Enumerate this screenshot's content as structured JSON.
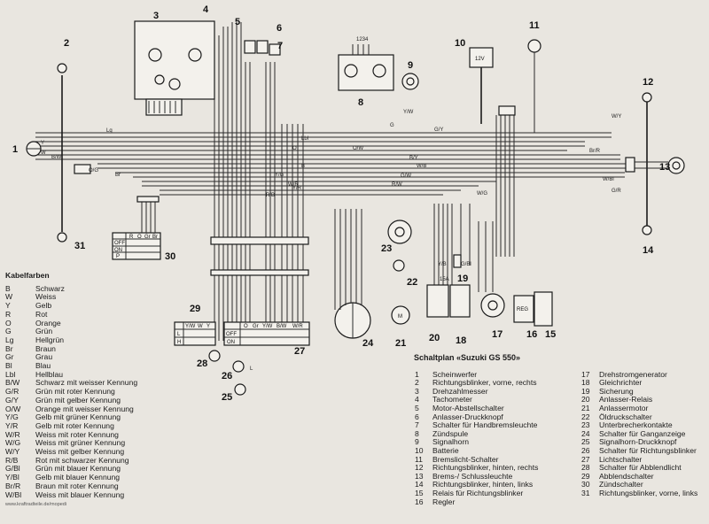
{
  "diagram_numbers": [
    "1",
    "2",
    "3",
    "4",
    "5",
    "6",
    "7",
    "8",
    "9",
    "10",
    "11",
    "12",
    "13",
    "14",
    "15",
    "16",
    "17",
    "18",
    "19",
    "20",
    "21",
    "22",
    "23",
    "24",
    "25",
    "26",
    "27",
    "28",
    "29",
    "30",
    "31"
  ],
  "wire_labels": [
    "Lg",
    "Y",
    "W",
    "B/W",
    "Br",
    "B",
    "O",
    "Lbl",
    "G",
    "Y/W",
    "O/W",
    "W/B",
    "Y/G",
    "G/Y",
    "W/R",
    "R/W",
    "Y/R",
    "G/W",
    "B/Y",
    "W/G",
    "R/B",
    "G/Bl",
    "Y/B",
    "Br/R",
    "W/Bl",
    "W/Y",
    "G/R",
    "O/G",
    "L"
  ],
  "component_text": {
    "battery": "12V",
    "connector_numbers": "1234",
    "switch_30": {
      "header": [
        "R",
        "O",
        "Gr",
        "Br"
      ],
      "rows": [
        "OFF",
        "ON",
        "P"
      ]
    },
    "switch_27": {
      "header": [
        "O",
        "Gr",
        "Y/W",
        "B/W",
        "W/R"
      ],
      "rows": [
        "OFF",
        "ON"
      ]
    },
    "switch_29": {
      "header": [
        "Y/W",
        "W",
        "Y"
      ],
      "rows": [
        "L",
        "H"
      ]
    },
    "regulator": "REG",
    "label_15A": "15A"
  },
  "kabel": {
    "title": "Kabelfarben",
    "rows": [
      {
        "code": "B",
        "name": "Schwarz"
      },
      {
        "code": "W",
        "name": "Weiss"
      },
      {
        "code": "Y",
        "name": "Gelb"
      },
      {
        "code": "R",
        "name": "Rot"
      },
      {
        "code": "O",
        "name": "Orange"
      },
      {
        "code": "G",
        "name": "Grün"
      },
      {
        "code": "Lg",
        "name": "Hellgrün"
      },
      {
        "code": "Br",
        "name": "Braun"
      },
      {
        "code": "Gr",
        "name": "Grau"
      },
      {
        "code": "Bl",
        "name": "Blau"
      },
      {
        "code": "Lbl",
        "name": "Hellblau"
      },
      {
        "code": "B/W",
        "name": "Schwarz mit weisser Kennung"
      },
      {
        "code": "G/R",
        "name": "Grün mit roter Kennung"
      },
      {
        "code": "G/Y",
        "name": "Grün mit gelber Kennung"
      },
      {
        "code": "O/W",
        "name": "Orange mit weisser Kennung"
      },
      {
        "code": "Y/G",
        "name": "Gelb mit grüner Kennung"
      },
      {
        "code": "Y/R",
        "name": "Gelb mit roter Kennung"
      },
      {
        "code": "W/R",
        "name": "Weiss mit roter Kennung"
      },
      {
        "code": "W/G",
        "name": "Weiss mit grüner Kennung"
      },
      {
        "code": "W/Y",
        "name": "Weiss mit gelber Kennung"
      },
      {
        "code": "R/B",
        "name": "Rot mit schwarzer Kennung"
      },
      {
        "code": "G/Bl",
        "name": "Grün mit blauer Kennung"
      },
      {
        "code": "Y/Bl",
        "name": "Gelb mit blauer Kennung"
      },
      {
        "code": "Br/R",
        "name": "Braun mit roter Kennung"
      },
      {
        "code": "W/Bl",
        "name": "Weiss mit blauer Kennung"
      }
    ],
    "footer": "www.kraftradteile.de/mopedi"
  },
  "legend": {
    "title": "Schaltplan «Suzuki GS 550»",
    "col1": [
      {
        "n": "1",
        "t": "Scheinwerfer"
      },
      {
        "n": "2",
        "t": "Richtungsblinker, vorne, rechts"
      },
      {
        "n": "3",
        "t": "Drehzahlmesser"
      },
      {
        "n": "4",
        "t": "Tachometer"
      },
      {
        "n": "5",
        "t": "Motor-Abstellschalter"
      },
      {
        "n": "6",
        "t": "Anlasser-Druckknopf"
      },
      {
        "n": "7",
        "t": "Schalter für Handbremsleuchte"
      },
      {
        "n": "8",
        "t": "Zündspule"
      },
      {
        "n": "9",
        "t": "Signalhorn"
      },
      {
        "n": "10",
        "t": "Batterie"
      },
      {
        "n": "11",
        "t": "Bremslicht-Schalter"
      },
      {
        "n": "12",
        "t": "Richtungsblinker, hinten, rechts"
      },
      {
        "n": "13",
        "t": "Brems-/ Schlussleuchte"
      },
      {
        "n": "14",
        "t": "Richtungsblinker, hinten, links"
      },
      {
        "n": "15",
        "t": "Relais für Richtungsblinker"
      },
      {
        "n": "16",
        "t": "Regler"
      }
    ],
    "col2": [
      {
        "n": "17",
        "t": "Drehstromgenerator"
      },
      {
        "n": "18",
        "t": "Gleichrichter"
      },
      {
        "n": "19",
        "t": "Sicherung"
      },
      {
        "n": "20",
        "t": "Anlasser-Relais"
      },
      {
        "n": "21",
        "t": "Anlassermotor"
      },
      {
        "n": "22",
        "t": "Öldruckschalter"
      },
      {
        "n": "23",
        "t": "Unterbrecherkontakte"
      },
      {
        "n": "24",
        "t": "Schalter für Ganganzeige"
      },
      {
        "n": "25",
        "t": "Signalhorn-Druckknopf"
      },
      {
        "n": "26",
        "t": "Schalter für Richtungsblinker"
      },
      {
        "n": "27",
        "t": "Lichtschalter"
      },
      {
        "n": "28",
        "t": "Schalter für Abblendlicht"
      },
      {
        "n": "29",
        "t": "Abblendschalter"
      },
      {
        "n": "30",
        "t": "Zündschalter"
      },
      {
        "n": "31",
        "t": "Richtungsblinker, vorne, links"
      }
    ]
  }
}
